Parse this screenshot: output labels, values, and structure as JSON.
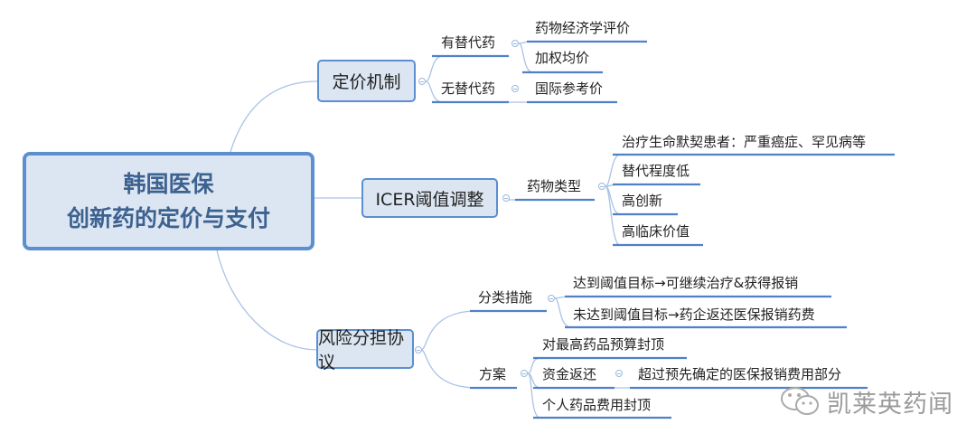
{
  "root": {
    "line1": "韩国医保",
    "line2": "创新药的定价与支付"
  },
  "branches": {
    "pricing": {
      "label": "定价机制",
      "with_substitute": {
        "label": "有替代药",
        "items": [
          "药物经济学评价",
          "加权均价"
        ]
      },
      "no_substitute": {
        "label": "无替代药",
        "items": [
          "国际参考价"
        ]
      }
    },
    "icer": {
      "label": "ICER阈值调整",
      "drug_type": {
        "label": "药物类型",
        "items": [
          "治疗生命默契患者：严重癌症、罕见病等",
          "替代程度低",
          "高创新",
          "高临床价值"
        ]
      }
    },
    "risk": {
      "label": "风险分担协议",
      "classification": {
        "label": "分类措施",
        "items": [
          "达到阈值目标→可继续治疗&获得报销",
          "未达到阈值目标→药企返还医保报销药费"
        ]
      },
      "scheme": {
        "label": "方案",
        "items": [
          "对最高药品预算封顶",
          "资金返还",
          "个人药品费用封顶"
        ],
        "refund_detail": "超过预先确定的医保报销费用部分"
      }
    }
  },
  "watermark": "凯莱英药闻",
  "colors": {
    "node_fill": "#dce6f2",
    "node_border": "#5b8fd0",
    "line": "#4f81c7",
    "root_text": "#3d6290"
  }
}
